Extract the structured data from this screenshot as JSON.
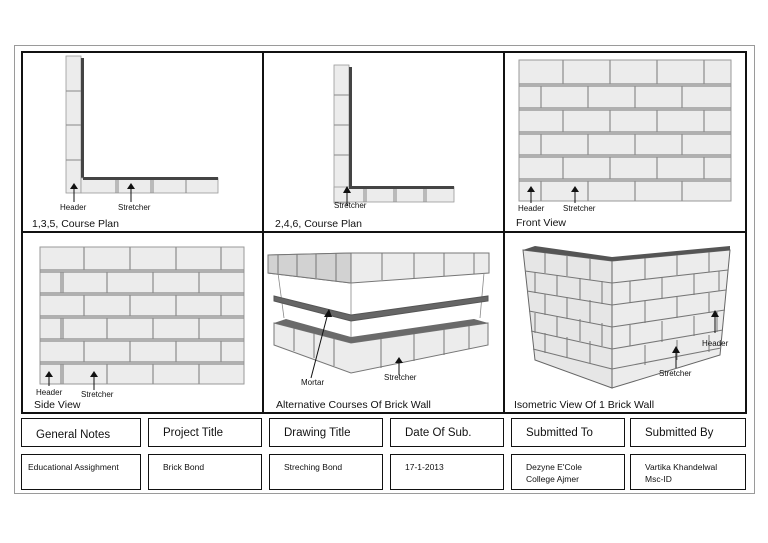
{
  "sheet": {
    "border_color": "#9a9a9a",
    "frame_color": "#111111",
    "brick_fill": "#ececec",
    "brick_joint": "#8c8c8c",
    "mortar_dark": "#666666"
  },
  "panels": [
    {
      "id": "course-plan-135",
      "caption": "1,3,5, Course Plan",
      "labels": [
        "Header",
        "Stretcher"
      ]
    },
    {
      "id": "course-plan-246",
      "caption": "2,4,6, Course Plan",
      "labels": [
        "Stretcher"
      ]
    },
    {
      "id": "front-view",
      "caption": "Front View",
      "labels": [
        "Header",
        "Stretcher"
      ]
    },
    {
      "id": "side-view",
      "caption": "Side View",
      "labels": [
        "Header",
        "Stretcher"
      ]
    },
    {
      "id": "alternative-courses",
      "caption": "Alternative Courses Of Brick Wall",
      "labels": [
        "Mortar",
        "Stretcher"
      ]
    },
    {
      "id": "isometric-view",
      "caption": "Isometric View Of 1 Brick Wall",
      "labels": [
        "Header",
        "Stretcher"
      ]
    }
  ],
  "title_block": {
    "headers": [
      "General Notes",
      "Project Title",
      "Drawing Title",
      "Date Of Sub.",
      "Submitted To",
      "Submitted By"
    ],
    "values": [
      [
        "Educational Assighment"
      ],
      [
        "Brick Bond"
      ],
      [
        "Streching Bond"
      ],
      [
        "17-1-2013"
      ],
      [
        "Dezyne E'Cole",
        "College Ajmer"
      ],
      [
        "Vartika Khandelwal",
        "Msc-ID"
      ]
    ]
  }
}
